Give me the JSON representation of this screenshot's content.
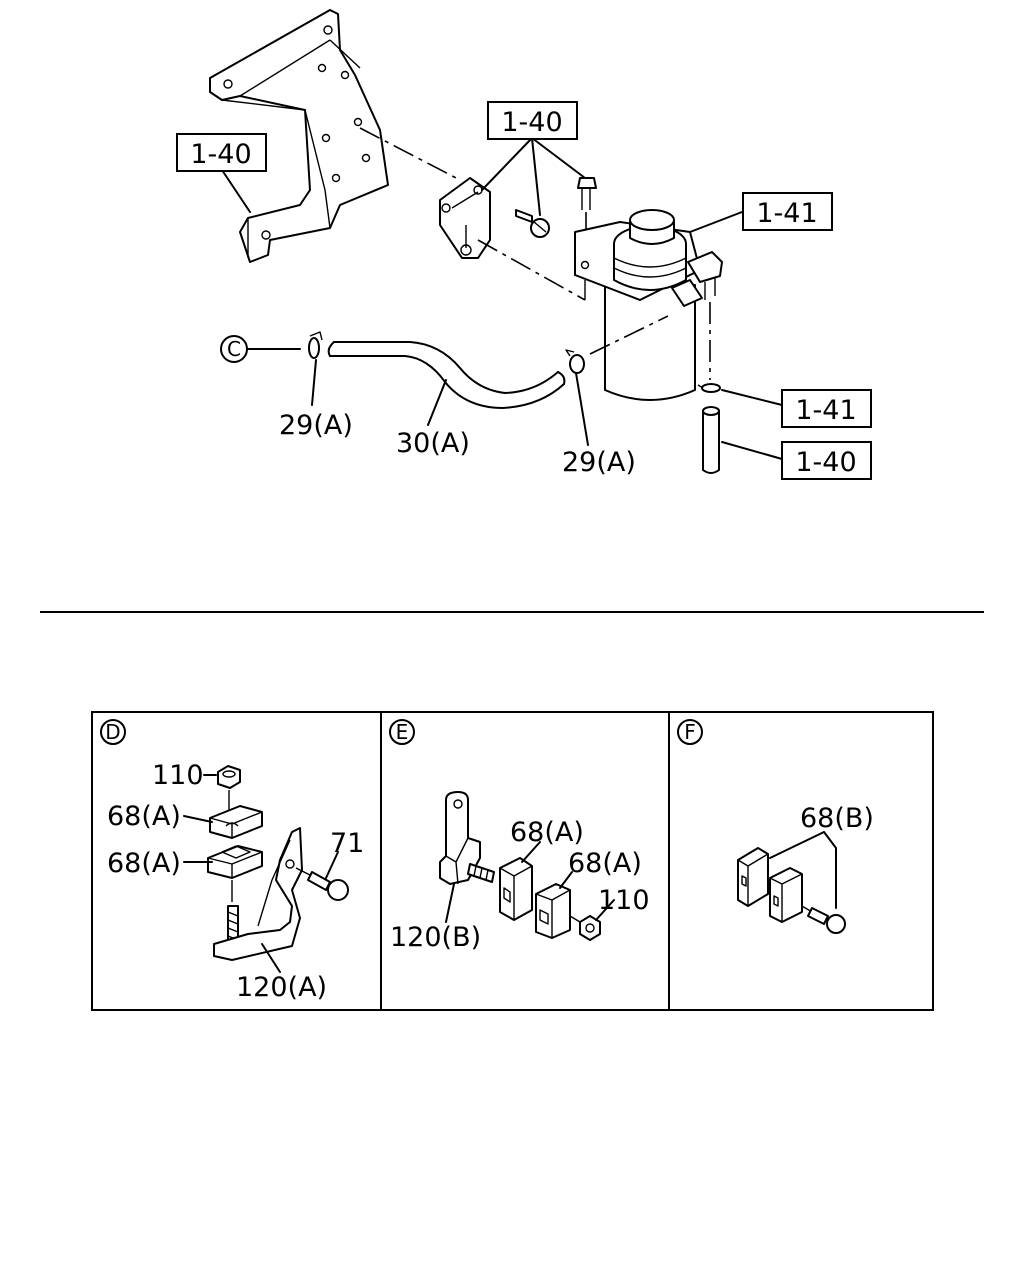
{
  "top_diagram": {
    "ref_box_bracket_left": "1-40",
    "ref_box_bolts": "1-40",
    "ref_box_filter": "1-41",
    "ref_box_lower_right_1": "1-41",
    "ref_box_lower_right_2": "1-40",
    "circle_c": "C",
    "part_clamp_left": "29(A)",
    "part_hose": "30(A)",
    "part_clamp_right": "29(A)"
  },
  "detail_d": {
    "circle": "D",
    "nut": "110",
    "clip_upper": "68(A)",
    "clip_lower": "68(A)",
    "bolt": "71",
    "bracket": "120(A)"
  },
  "detail_e": {
    "circle": "E",
    "clip_1": "68(A)",
    "clip_2": "68(A)",
    "nut": "110",
    "bracket": "120(B)"
  },
  "detail_f": {
    "circle": "F",
    "clip": "68(B)"
  }
}
